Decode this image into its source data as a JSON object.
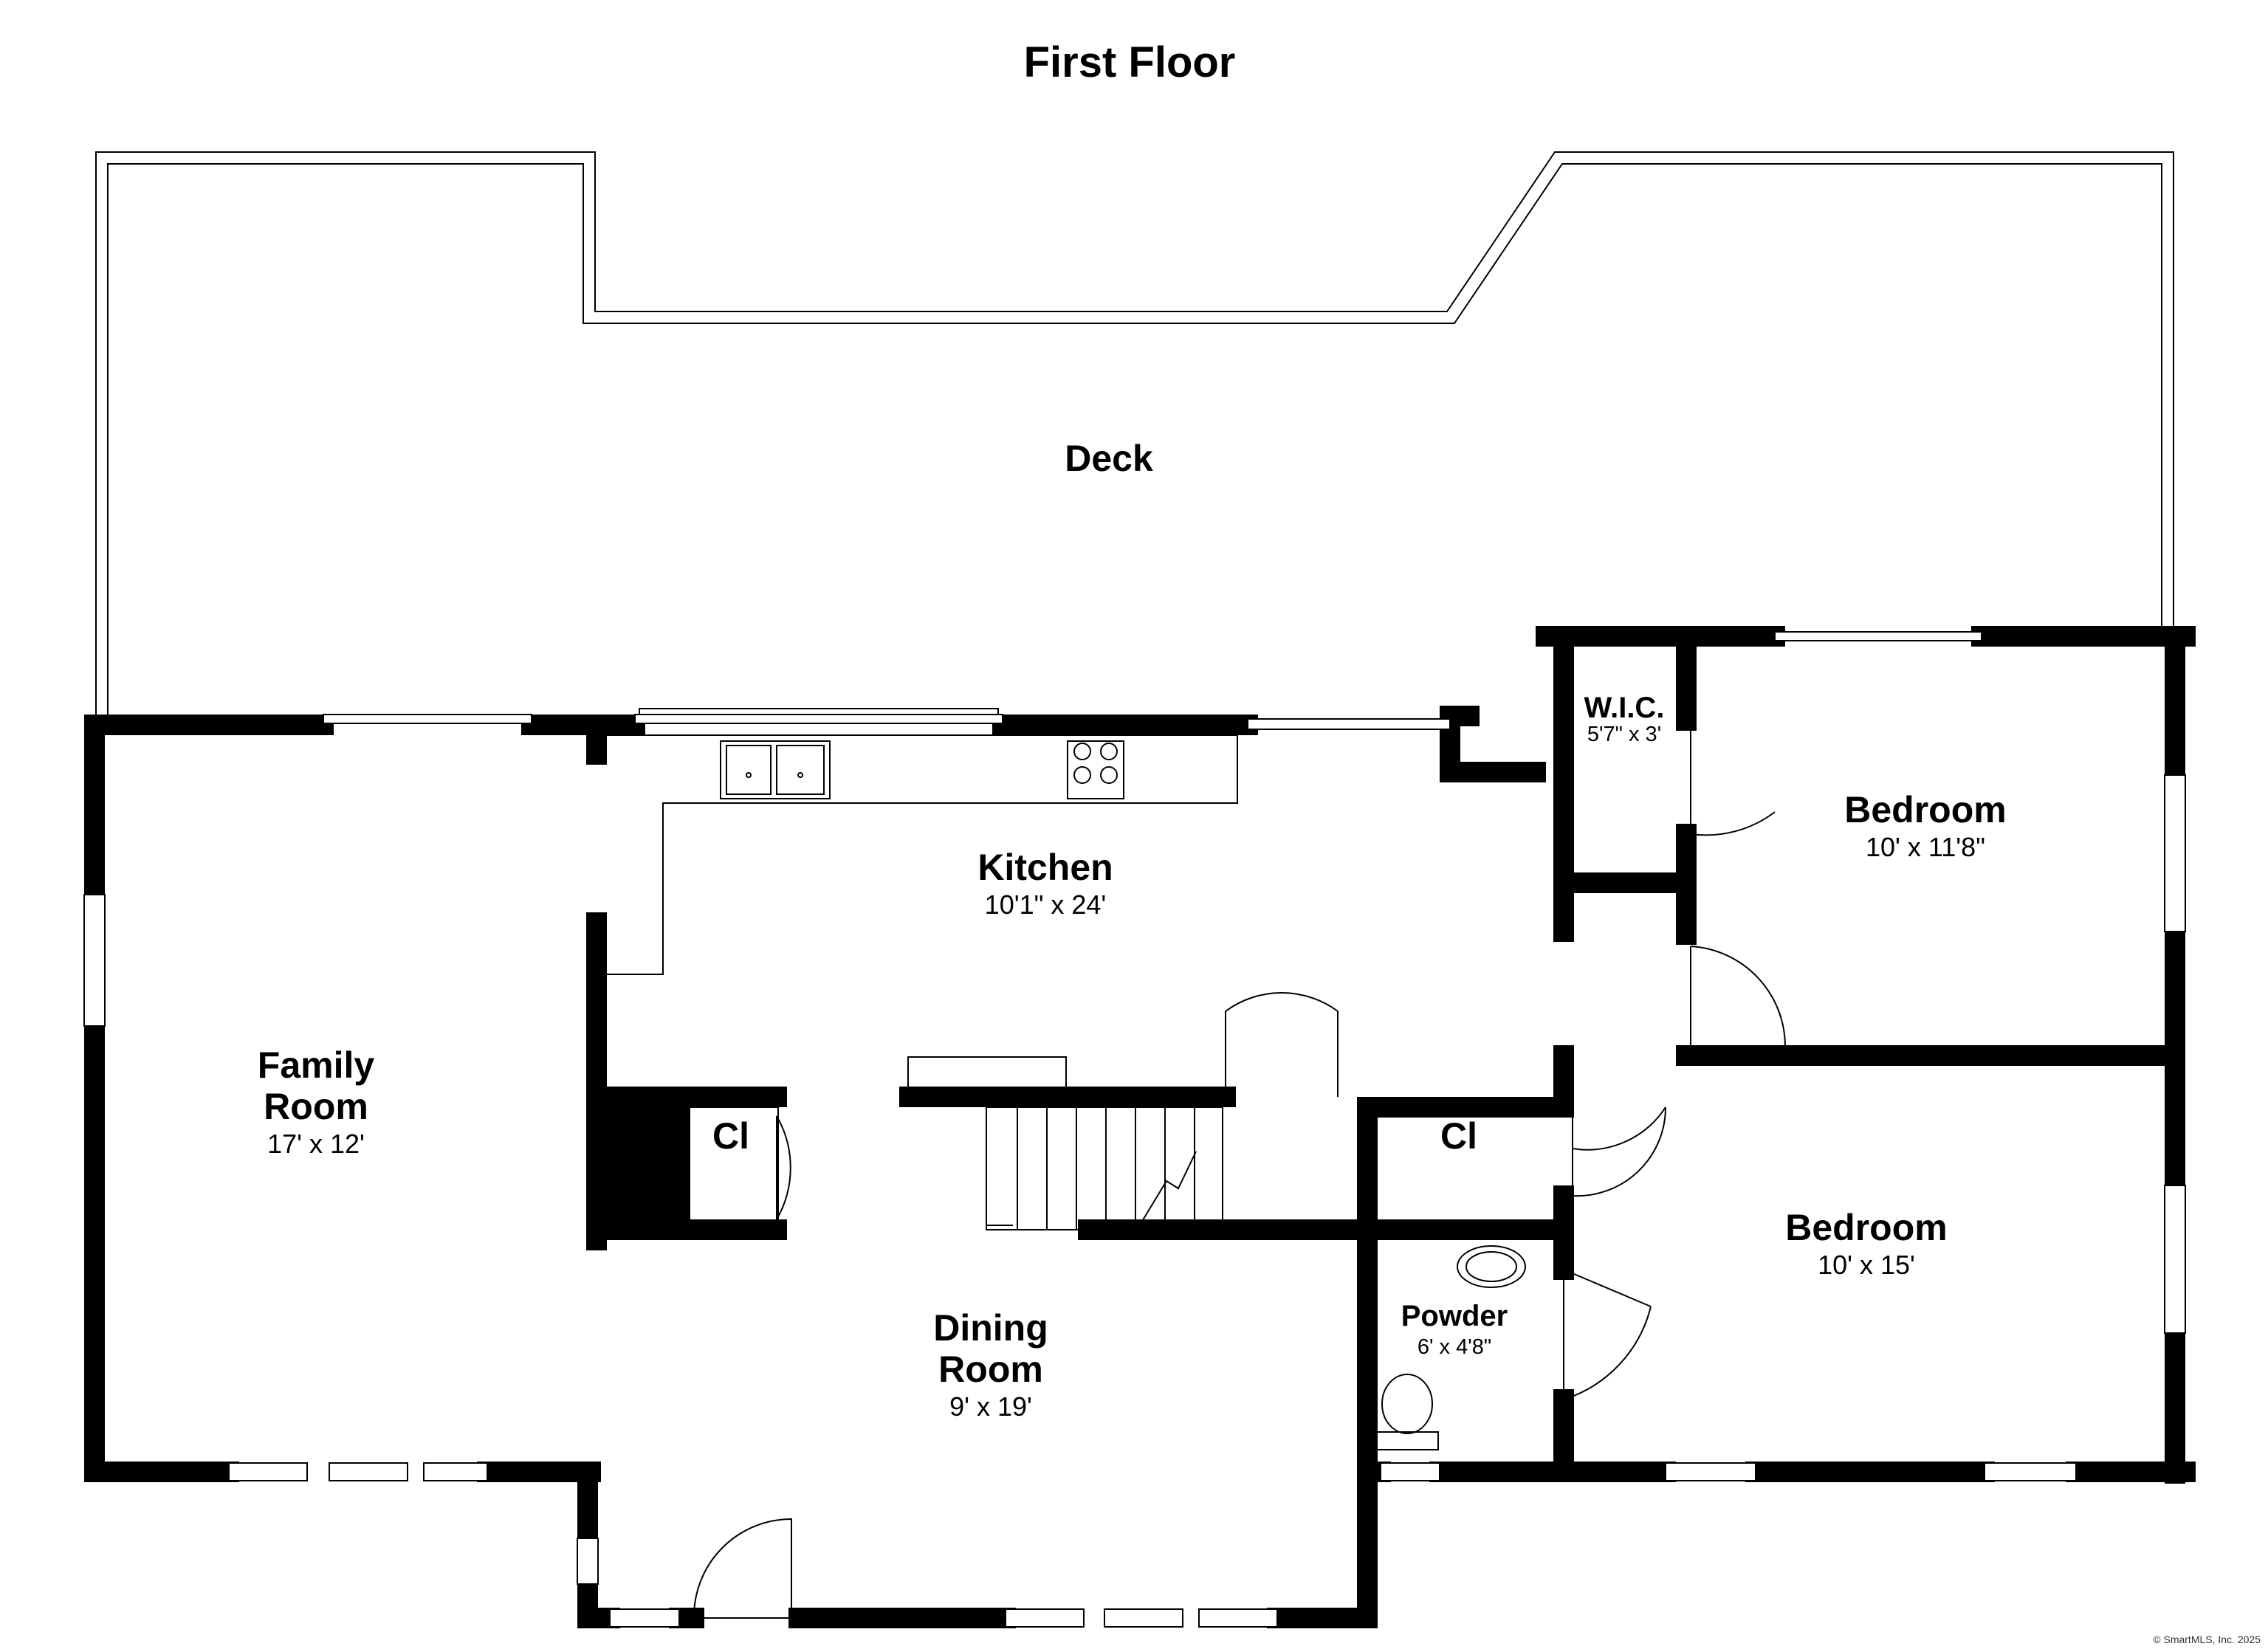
{
  "title": "First Floor",
  "rooms": {
    "deck": {
      "name": "Deck"
    },
    "kitchen": {
      "name": "Kitchen",
      "dims": "10'1\" x 24'"
    },
    "family_room": {
      "name_line1": "Family",
      "name_line2": "Room",
      "dims": "17' x 12'"
    },
    "dining_room": {
      "name_line1": "Dining",
      "name_line2": "Room",
      "dims": "9' x 19'"
    },
    "closet_left": {
      "name": "Cl"
    },
    "closet_right": {
      "name": "Cl"
    },
    "wic": {
      "name": "W.I.C.",
      "dims": "5'7\" x 3'"
    },
    "bedroom_1": {
      "name": "Bedroom",
      "dims": "10' x 11'8\""
    },
    "bedroom_2": {
      "name": "Bedroom",
      "dims": "10' x 15'"
    },
    "powder": {
      "name": "Powder",
      "dims": "6' x 4'8\""
    }
  },
  "copyright": "© SmartMLS, Inc. 2025"
}
